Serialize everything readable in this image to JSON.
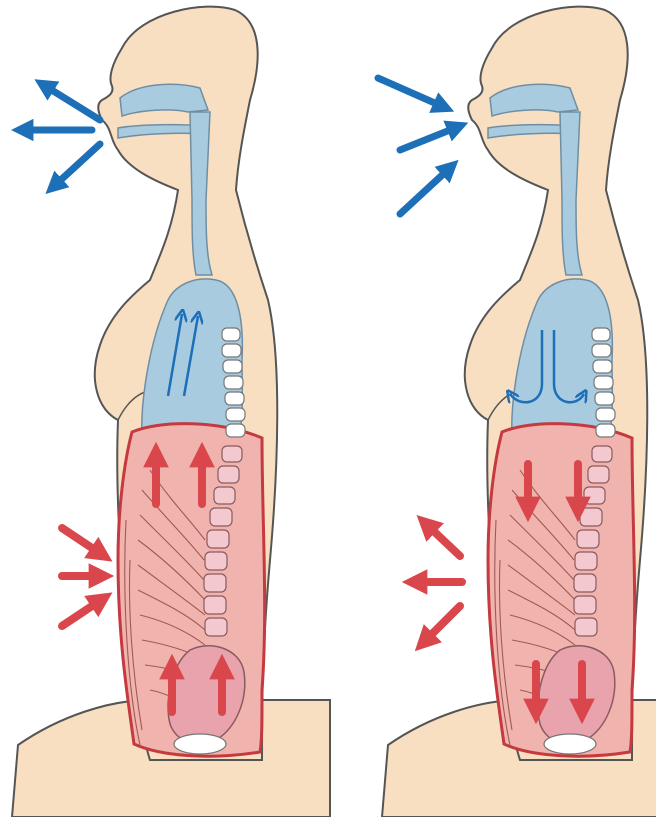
{
  "colors": {
    "skin": "#f9dfc1",
    "skin_outline": "#555555",
    "airway": "#a9cbe0",
    "airway_outline": "#6f8ea3",
    "abdomen": "#f1b3ad",
    "abdomen_outline": "#c43a40",
    "muscle_line": "#a05a55",
    "vertebra": "#f3c9cf",
    "rib": "#ffffff",
    "arrow_blue": "#1d6fb8",
    "arrow_red": "#d9474d",
    "pelvis": "#e9a3ad"
  },
  "panels": [
    {
      "phase": "exhale",
      "air_flow": "out",
      "diaphragm_motion": "up",
      "abdominal_wall_motion": "inward"
    },
    {
      "phase": "inhale",
      "air_flow": "in",
      "diaphragm_motion": "down",
      "abdominal_wall_motion": "outward"
    }
  ]
}
